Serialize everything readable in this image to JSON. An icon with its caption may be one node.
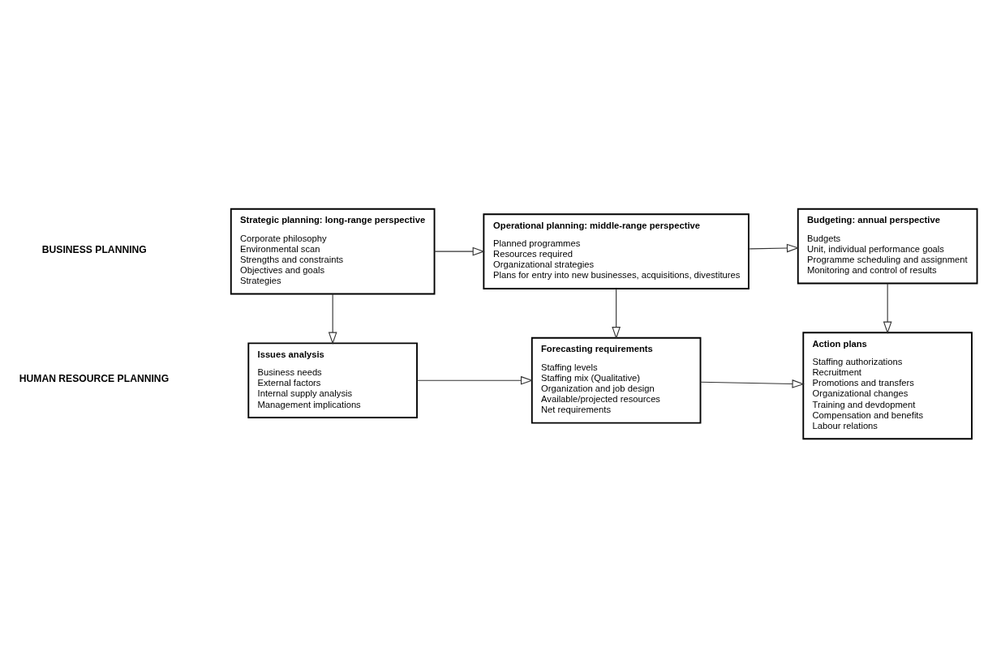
{
  "diagram": {
    "nodes": [
      {
        "text": [
          "Strategic planning: long-range perspective",
          "Corporate philosophy",
          "Environmental scan",
          "Strengths and constraints",
          "Objectives and goals",
          "Strategies"
        ]
      },
      {
        "text": [
          "Operational planning: middle-range perspective",
          "Planned programmes",
          "Resources required",
          "Organizational strategies",
          "Plans for entry into new businesses, acquisitions, divestitures"
        ]
      },
      {
        "text": [
          "Budgeting: annual perspective",
          "Budgets",
          "Unit, individual performance goals",
          "Programme scheduling and assignment",
          "Monitoring and control of results"
        ]
      },
      {
        "text": [
          "Issues analysis",
          "Business needs",
          "External factors",
          "Internal supply analysis",
          "Management implications"
        ]
      },
      {
        "text": [
          "Forecasting requirements",
          "Staffing levels",
          "Staffing mix (Qualitative)",
          "Organization and job design",
          "Available/projected resources",
          "Net requirements"
        ]
      },
      {
        "text": [
          "Action plans",
          "Staffing authorizations",
          "Recruitment",
          "Promotions and transfers",
          "Organizational changes",
          "Training and devdopment",
          "Compensation and benefits",
          "Labour relations"
        ]
      }
    ],
    "edges": [
      {
        "from": 0,
        "to": 1,
        "arrow": "to"
      },
      {
        "from": 1,
        "to": 2,
        "arrow": "to"
      },
      {
        "from": 0,
        "to": 3,
        "arrow": "to"
      },
      {
        "from": 1,
        "to": 4,
        "arrow": "to"
      },
      {
        "from": 2,
        "to": 5,
        "arrow": "to"
      },
      {
        "from": 3,
        "to": 4,
        "arrow": "to"
      },
      {
        "from": 4,
        "to": 5,
        "arrow": "to"
      }
    ],
    "labels": [
      "BUSINESS PLANNING",
      "HUMAN RESOURCE PLANNING"
    ]
  }
}
